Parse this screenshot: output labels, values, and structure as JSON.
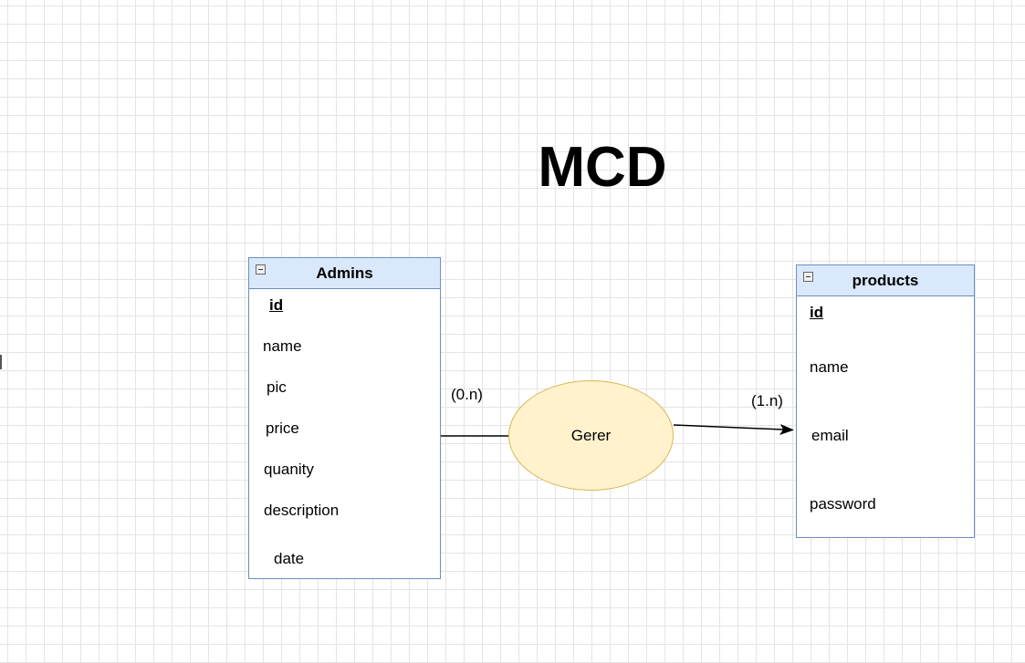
{
  "diagram": {
    "title": "MCD",
    "entities": {
      "admins": {
        "name": "Admins",
        "fields": [
          "id",
          "name",
          "pic",
          "price",
          "quanity",
          "description",
          "date"
        ]
      },
      "products": {
        "name": "products",
        "fields": [
          "id",
          "name",
          "email",
          "password"
        ]
      }
    },
    "relation": {
      "name": "Gerer",
      "cardinality_left": "(0.n)",
      "cardinality_right": "(1.n)"
    }
  }
}
